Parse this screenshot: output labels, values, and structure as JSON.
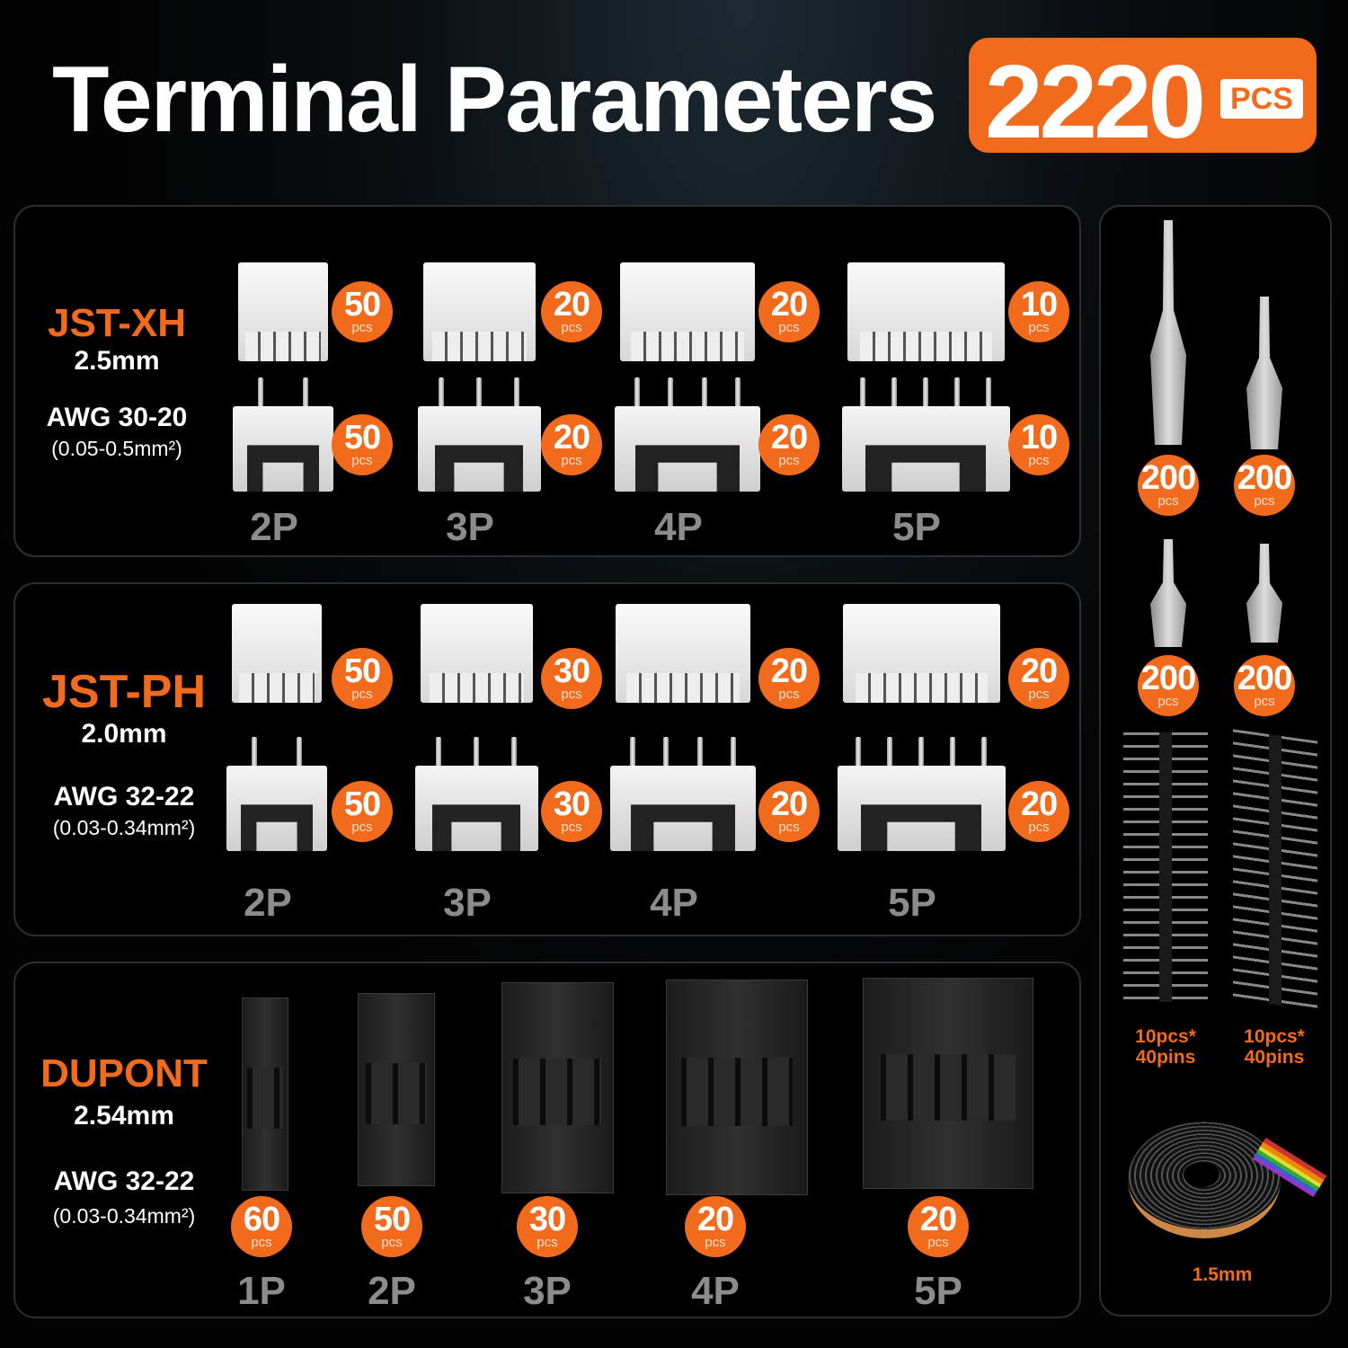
{
  "header": {
    "title": "Terminal Parameters",
    "total": "2220",
    "total_unit": "PCS"
  },
  "colors": {
    "accent": "#f26a1b",
    "label_gray": "#8c8c8c"
  },
  "unit": "pcs",
  "sections": [
    {
      "name": "JST-XH",
      "pitch": "2.5mm",
      "awg": "AWG 30-20",
      "area": "(0.05-0.5mm²)",
      "items": [
        {
          "label": "2P",
          "housing": "50",
          "header": "50"
        },
        {
          "label": "3P",
          "housing": "20",
          "header": "20"
        },
        {
          "label": "4P",
          "housing": "20",
          "header": "20"
        },
        {
          "label": "5P",
          "housing": "10",
          "header": "10"
        }
      ]
    },
    {
      "name": "JST-PH",
      "pitch": "2.0mm",
      "awg": "AWG 32-22",
      "area": "(0.03-0.34mm²)",
      "items": [
        {
          "label": "2P",
          "housing": "50",
          "header": "50"
        },
        {
          "label": "3P",
          "housing": "30",
          "header": "30"
        },
        {
          "label": "4P",
          "housing": "20",
          "header": "20"
        },
        {
          "label": "5P",
          "housing": "20",
          "header": "20"
        }
      ]
    },
    {
      "name": "DUPONT",
      "pitch": "2.54mm",
      "awg": "AWG 32-22",
      "area": "(0.03-0.34mm²)",
      "items": [
        {
          "label": "1P",
          "count": "60"
        },
        {
          "label": "2P",
          "count": "50"
        },
        {
          "label": "3P",
          "count": "30"
        },
        {
          "label": "4P",
          "count": "20"
        },
        {
          "label": "5P",
          "count": "20"
        }
      ]
    }
  ],
  "side": {
    "terminals": [
      "200",
      "200",
      "200",
      "200"
    ],
    "pin_headers": [
      "10pcs*\n40pins",
      "10pcs*\n40pins"
    ],
    "cable": "1.5mm"
  }
}
